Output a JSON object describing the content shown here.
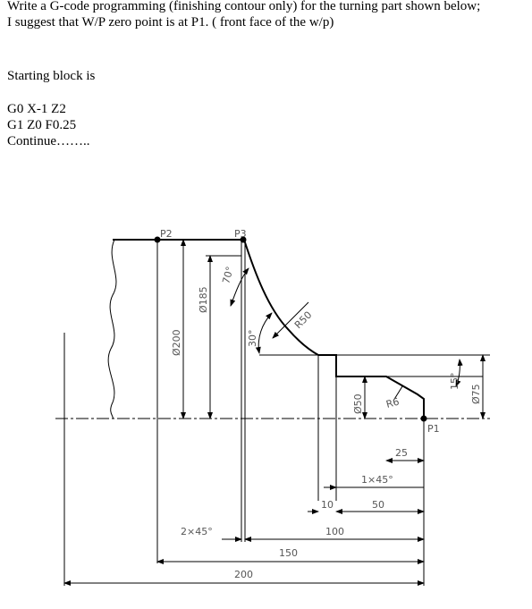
{
  "question": {
    "line1": "Write a G-code programming (finishing contour only) for the turning part shown below;",
    "line2": "I suggest that W/P zero point is at P1. ( front face of the w/p)"
  },
  "starting_block": {
    "heading": "Starting block is",
    "code": [
      "G0 X-1 Z2",
      "G1 Z0 F0.25",
      "Continue…….."
    ]
  },
  "drawing": {
    "points": {
      "p1": "P1",
      "p2": "P2",
      "p3": "P3"
    },
    "diameters": {
      "d200": "Ø200",
      "d185": "Ø185",
      "d50": "Ø50",
      "d75": "Ø75"
    },
    "radii": {
      "r50": "R50",
      "r6": "R6"
    },
    "angles": {
      "a70": "70°",
      "a30": "30°",
      "a15": "15°"
    },
    "lengths": {
      "l25": "25",
      "chamfer1": "1×45°",
      "l10": "10",
      "l50": "50",
      "chamfer2": "2×45°",
      "l100": "100",
      "l150": "150",
      "l200": "200"
    }
  }
}
